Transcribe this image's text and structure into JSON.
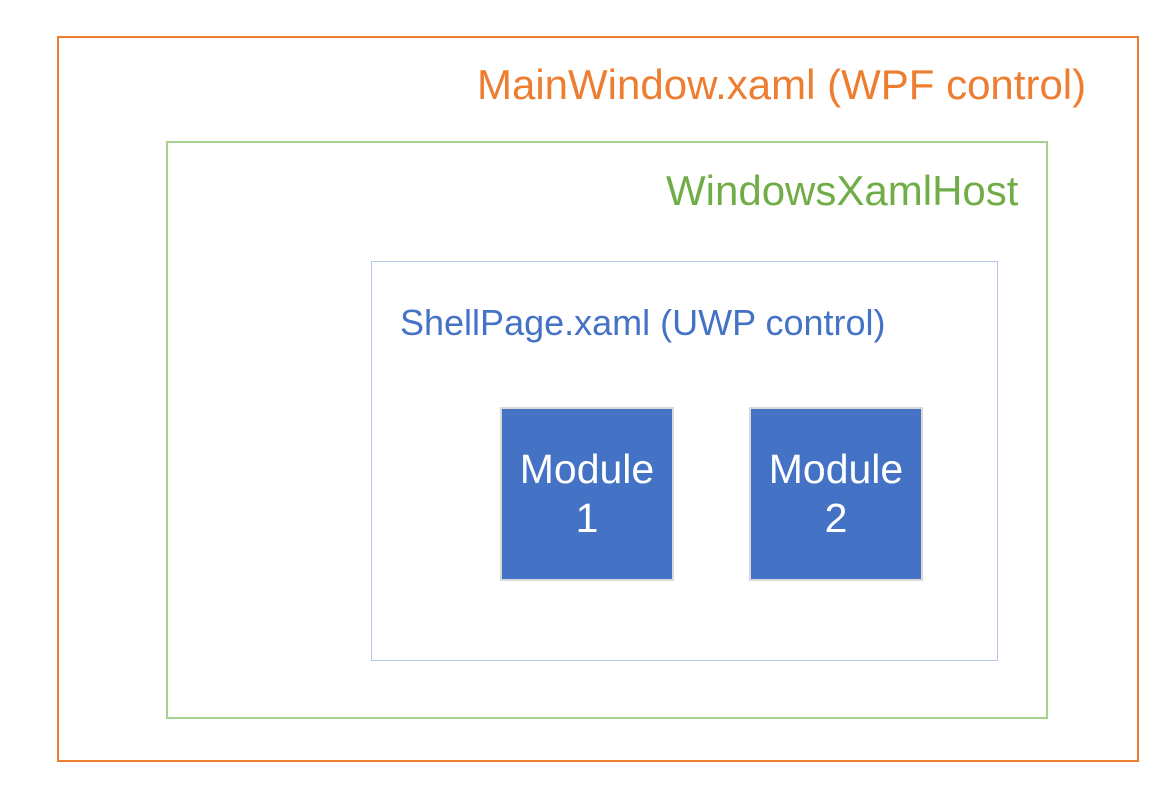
{
  "diagram": {
    "mainwindow": {
      "label": "MainWindow.xaml (WPF control)",
      "text_color": "#ED7D31",
      "border_color": "#ED7D31"
    },
    "xamlhost": {
      "label": "WindowsXamlHost",
      "text_color": "#70AD47",
      "border_color": "#A9D18E"
    },
    "shellpage": {
      "label": "ShellPage.xaml (UWP control)",
      "text_color": "#4472C4",
      "border_color": "#B4C7E7"
    },
    "module1": {
      "label": "Module 1",
      "line1": "Module",
      "line2": "1",
      "fill_color": "#4472C4",
      "text_color": "#FFFFFF",
      "border_color": "#D9D9D9"
    },
    "module2": {
      "label": "Module 2",
      "line1": "Module",
      "line2": "2",
      "fill_color": "#4472C4",
      "text_color": "#FFFFFF",
      "border_color": "#D9D9D9"
    }
  }
}
